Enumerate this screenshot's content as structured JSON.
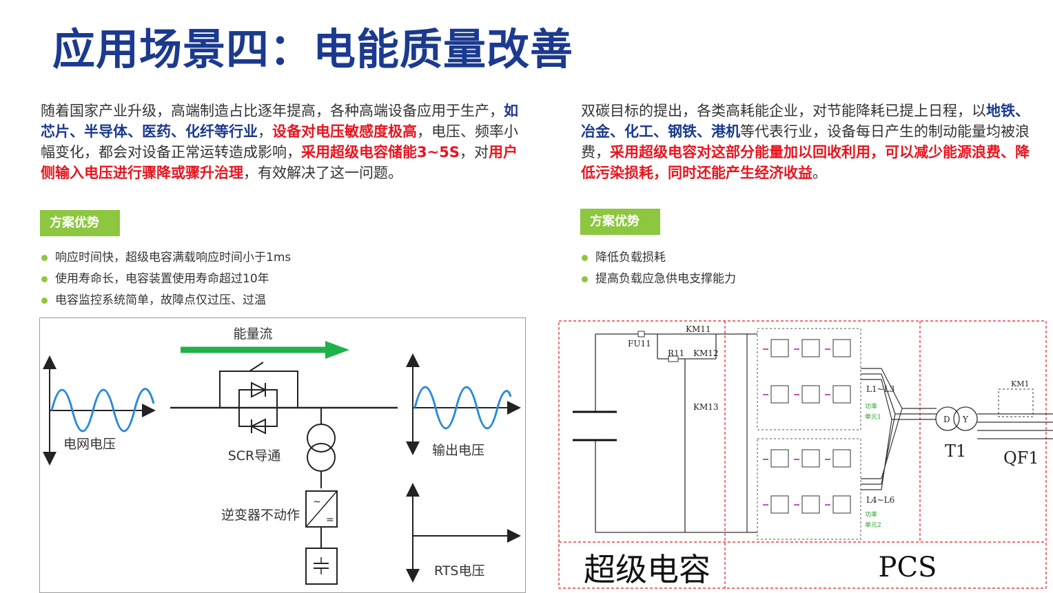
{
  "title": "应用场景四：电能质量改善",
  "left": {
    "paragraph": [
      {
        "t": "随着国家产业升级，高端制造占比逐年提高，各种高端设备应用于生产，",
        "s": ""
      },
      {
        "t": "如芯片、半导体、医药、化纤等行业",
        "s": "blue"
      },
      {
        "t": "，",
        "s": ""
      },
      {
        "t": "设备对电压敏感度极高",
        "s": "red"
      },
      {
        "t": "，电压、频率小幅变化，都会对设备正常运转造成影响，",
        "s": ""
      },
      {
        "t": "采用超级电容储能3~5S",
        "s": "red"
      },
      {
        "t": "，对",
        "s": ""
      },
      {
        "t": "用户侧输入电压进行骤降或骤升治理",
        "s": "red"
      },
      {
        "t": "，有效解决了这一问题。",
        "s": ""
      }
    ],
    "badge": "方案优势",
    "bullets": [
      "响应时间快，超级电容满载响应时间小于1ms",
      "使用寿命长，电容装置使用寿命超过10年",
      "电容监控系统简单，故障点仅过压、过温"
    ],
    "diagram": {
      "energy_flow": "能量流",
      "grid_voltage": "电网电压",
      "scr": "SCR导通",
      "output_voltage": "输出电压",
      "inverter": "逆变器不动作",
      "rts": "RTS电压"
    }
  },
  "right": {
    "paragraph": [
      {
        "t": "双碳目标的提出，各类高耗能企业，对节能降耗已提上日程，以",
        "s": ""
      },
      {
        "t": "地铁、冶金、化工、钢铁、港机",
        "s": "blue"
      },
      {
        "t": "等代表行业，设备每日产生的制动能量均被浪费，",
        "s": ""
      },
      {
        "t": "采用超级电容对这部分能量加以回收利用，可以减少能源浪费、降低污染损耗，同时还能产生经济收益",
        "s": "red"
      },
      {
        "t": "。",
        "s": ""
      }
    ],
    "badge": "方案优势",
    "bullets": [
      "降低负载损耗",
      "提高负载应急供电支撑能力"
    ],
    "diagram": {
      "fu": "FU11",
      "km11": "KM11",
      "r11": "R11",
      "km12": "KM12",
      "km13": "KM13",
      "l13": "L1~L3",
      "l46": "L4~L6",
      "unit1": "功率\n单元1",
      "unit2": "功率\n单元2",
      "d": "D",
      "y": "Y",
      "t1": "T1",
      "qf1": "QF1",
      "km1": "KM1",
      "supercap": "超级电容",
      "pcs": "PCS"
    }
  },
  "colors": {
    "title": "#1b3a8f",
    "highlight_blue": "#1b3a8f",
    "highlight_red": "#e8141e",
    "accent_green": "#8dc63f",
    "wave": "#2a8ad8",
    "arrow": "#1fb24a"
  }
}
